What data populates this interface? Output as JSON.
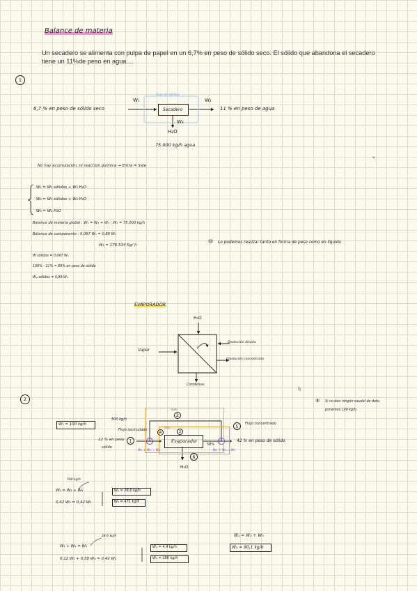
{
  "title": "Balance de materia",
  "problem": {
    "line1": "Un secadero se alimenta con pulpa de papel en un 6,7% en peso de sólido seco. El sólido que abandona el secadero",
    "line2": "tiene un 11%de peso en agua...."
  },
  "part1": {
    "number": "1",
    "feed_label": "6,7 % en peso de sólido seco",
    "w1": "W₁",
    "w2": "W₂",
    "w3": "W₃",
    "vapor_tag": "flujo de sólidos",
    "box": "Secadero",
    "out_label": "11 % en peso de agua",
    "h2o": "H₂O",
    "water_rate": "75.000 kg/h agua",
    "note_no_reaction": "No hay acumulación, ni reacción química  →  Entra = Sale",
    "eq_a": "W₁ = W₁ sólidos + W₁ H₂O",
    "eq_b": "W₂ = W₂ sólidos + W₂ H₂O",
    "eq_c": "W₃ = W₃ H₂O",
    "global_balance": "Balance de materia global :   W₁ = W₂ + W₃   ;   W₃ = 75.000 kg/h",
    "component_balance": "Balance de componente :   0,067 W₁ = 0,89 W₂",
    "result": "W₁ = 176.534 Kg/ h",
    "side_note_num": "⑩",
    "side_note": "Lo podemos realizar tanto en forma de peso como en líquido",
    "r1": "W sólidos = 0,067 W₁",
    "r2": "100% - 11% = 89% en peso de sólido",
    "r3": "W₂ sólidos = 0,89 W₂"
  },
  "evaporator": {
    "title": "EVAPORADOR",
    "h2o": "H₂O",
    "vapor": "Vapor",
    "diluted": "Disolución diluida",
    "concentrated": "Disolución concentrada",
    "condensate": "Condensa."
  },
  "part2": {
    "number": "2",
    "side_note_num": "⑧",
    "side_note_1": "Si no dan ningún caudal de dato,",
    "side_note_2": "ponemos 100 kg/h.",
    "w1_box": "W₁ = 100 kg/h",
    "flow_500": "500 kg/h",
    "recycle": "Flujo recirculado",
    "feed_pct_1": "12 % en peso",
    "feed_pct_2": "sólido",
    "box": "Evaporador",
    "pct_58": "58%",
    "out_label": "42 % en peso de sólido",
    "concentrate": "Flujo concentrado",
    "mix_label": "W₁ + W₄ = W₂",
    "split_label": "W₅ + W₄ = W₆",
    "h2o": "H₂O",
    "n1": "1",
    "n2": "2",
    "n3": "3",
    "n4": "4",
    "n5": "5",
    "n6": "6",
    "eq1_top": "500 kg/h",
    "eq1_a": "W₃ = W₅ + W₆",
    "eq1_b": "0,42 W₅ = 0,42 W₃",
    "res1_a": "W₅ = 28,6 kg/h",
    "res1_b": "W₆ = 471 kg/h",
    "eq2_top": "28,6 kg/h",
    "eq2_a": "W₁ + W₄ = W₂",
    "eq2_b": "0,12 W₁ + 0,58 W₄ = 0,42 W₂",
    "res2_a": "W₂ = 4,4 kg/h",
    "res2_b": "W₄ = 186 kg/h",
    "eq3": "W₁ = W₂ + W₃",
    "res3": "W₃ = 90,1 kg/h"
  }
}
